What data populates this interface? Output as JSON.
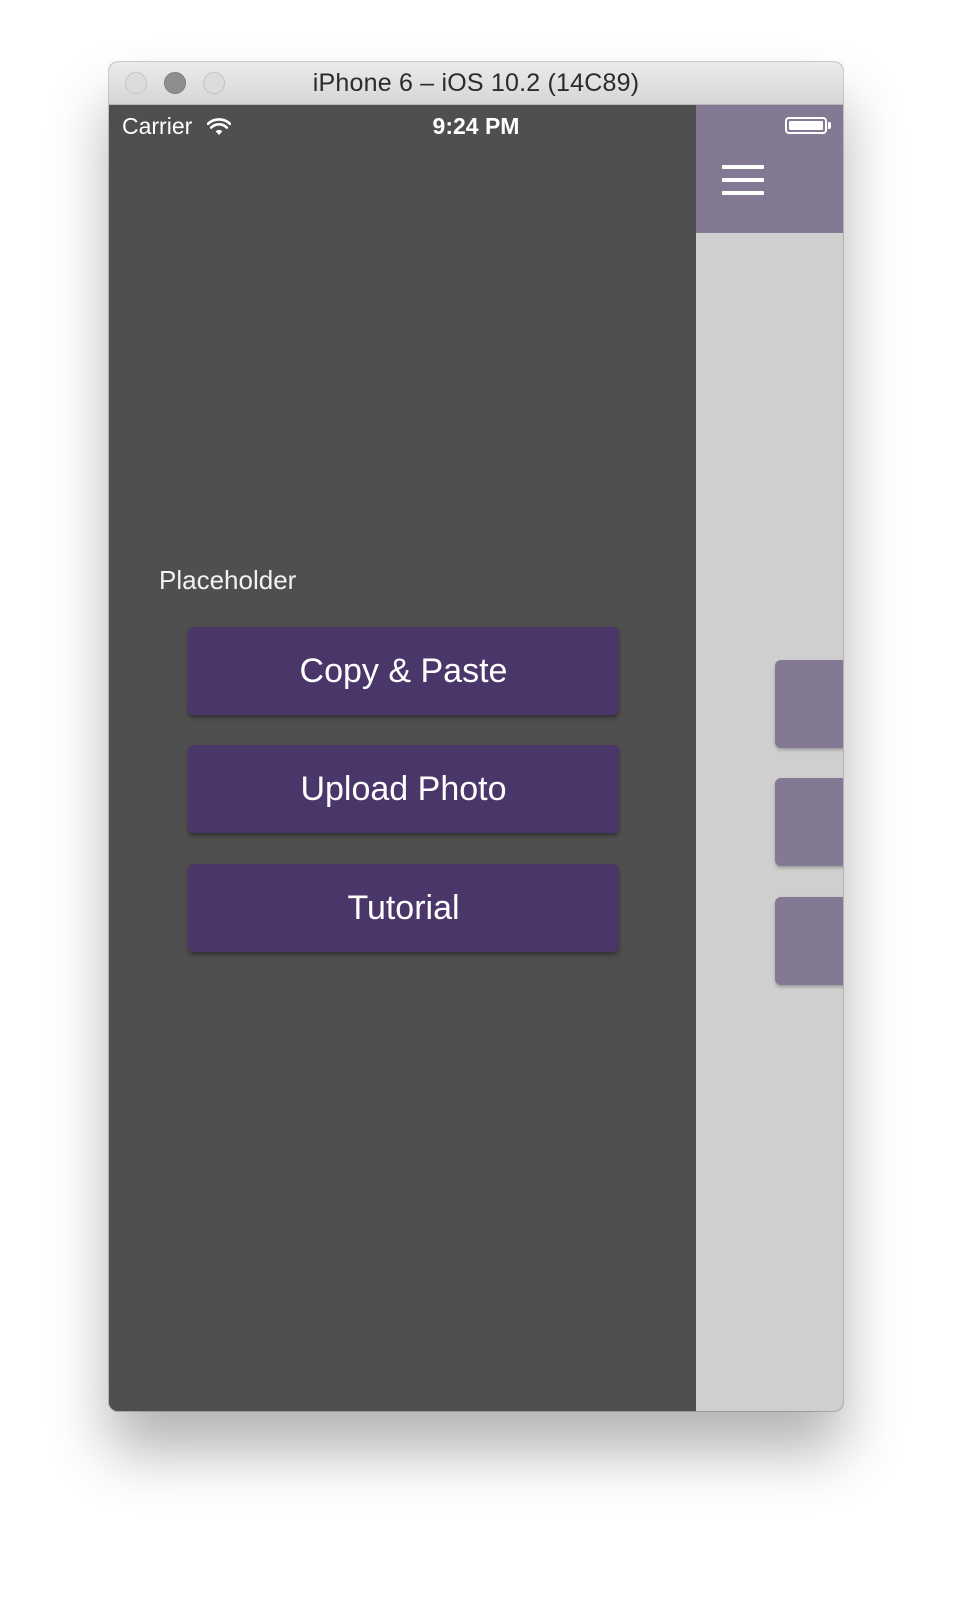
{
  "window": {
    "title": "iPhone 6 – iOS 10.2 (14C89)"
  },
  "status_bar": {
    "carrier": "Carrier",
    "time": "9:24 PM",
    "battery_level": 1.0
  },
  "drawer": {
    "placeholder_label": "Placeholder",
    "buttons": [
      {
        "label": "Copy & Paste"
      },
      {
        "label": "Upload Photo"
      },
      {
        "label": "Tutorial"
      }
    ]
  },
  "main": {
    "header_icon": "hamburger-menu-icon"
  },
  "colors": {
    "drawer_background": "#4f4f4f",
    "button_purple": "#4b3669",
    "header_purple": "#837992",
    "content_background": "#cfcfcf"
  }
}
